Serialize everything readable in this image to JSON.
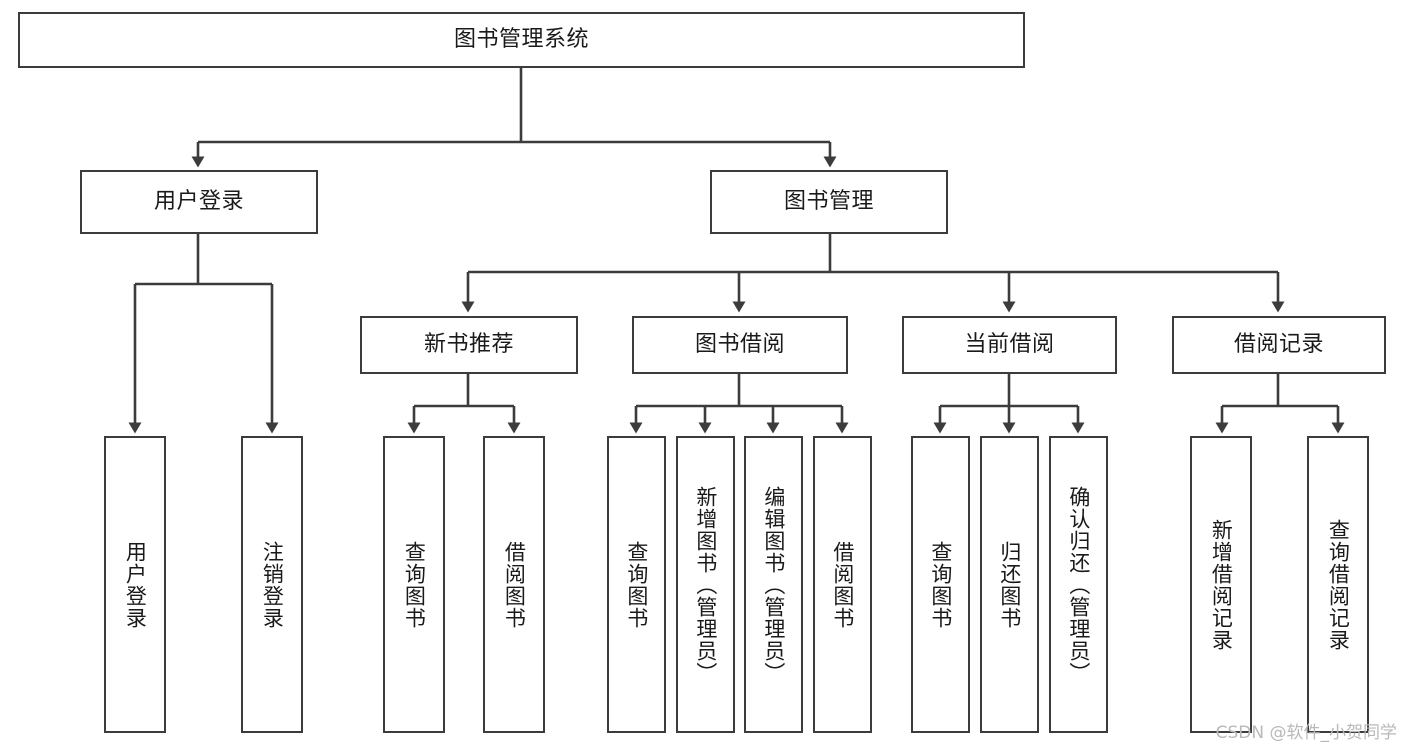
{
  "diagram": {
    "type": "tree-hierarchy",
    "title": "图书管理系统",
    "orientation": "top-down",
    "stroke_color": "#3c3c3c",
    "text_color": "#1a1a1a",
    "background_color": "#ffffff",
    "levels": [
      {
        "level": 1,
        "nodes": [
          {
            "id": "root",
            "label": "图书管理系统",
            "text_direction": "horizontal"
          }
        ]
      },
      {
        "level": 2,
        "nodes": [
          {
            "id": "login",
            "label": "用户登录",
            "text_direction": "horizontal",
            "parent": "root"
          },
          {
            "id": "bookmgmt",
            "label": "图书管理",
            "text_direction": "horizontal",
            "parent": "root"
          }
        ]
      },
      {
        "level": 3,
        "nodes": [
          {
            "id": "newbook",
            "label": "新书推荐",
            "text_direction": "horizontal",
            "parent": "bookmgmt"
          },
          {
            "id": "borrow",
            "label": "图书借阅",
            "text_direction": "horizontal",
            "parent": "bookmgmt"
          },
          {
            "id": "current",
            "label": "当前借阅",
            "text_direction": "horizontal",
            "parent": "bookmgmt"
          },
          {
            "id": "records",
            "label": "借阅记录",
            "text_direction": "horizontal",
            "parent": "bookmgmt"
          }
        ]
      },
      {
        "level": 4,
        "nodes": [
          {
            "id": "leaf-1",
            "label": "用户登录",
            "text_direction": "vertical",
            "parent": "login"
          },
          {
            "id": "leaf-2",
            "label": "注销登录",
            "text_direction": "vertical",
            "parent": "login"
          },
          {
            "id": "leaf-3",
            "label": "查询图书",
            "text_direction": "vertical",
            "parent": "newbook"
          },
          {
            "id": "leaf-4",
            "label": "借阅图书",
            "text_direction": "vertical",
            "parent": "newbook"
          },
          {
            "id": "leaf-5",
            "label": "查询图书",
            "text_direction": "vertical",
            "parent": "borrow"
          },
          {
            "id": "leaf-6",
            "label": "新增图书（管理员）",
            "text_direction": "vertical",
            "parent": "borrow"
          },
          {
            "id": "leaf-7",
            "label": "编辑图书（管理员）",
            "text_direction": "vertical",
            "parent": "borrow"
          },
          {
            "id": "leaf-8",
            "label": "借阅图书",
            "text_direction": "vertical",
            "parent": "borrow"
          },
          {
            "id": "leaf-9",
            "label": "查询图书",
            "text_direction": "vertical",
            "parent": "current"
          },
          {
            "id": "leaf-10",
            "label": "归还图书",
            "text_direction": "vertical",
            "parent": "current"
          },
          {
            "id": "leaf-11",
            "label": "确认归还（管理员）",
            "text_direction": "vertical",
            "parent": "current"
          },
          {
            "id": "leaf-12",
            "label": "新增借阅记录",
            "text_direction": "vertical",
            "parent": "records"
          },
          {
            "id": "leaf-13",
            "label": "查询借阅记录",
            "text_direction": "vertical",
            "parent": "records"
          }
        ]
      }
    ]
  },
  "watermark": {
    "text": "CSDN @软件_小贺同学"
  }
}
